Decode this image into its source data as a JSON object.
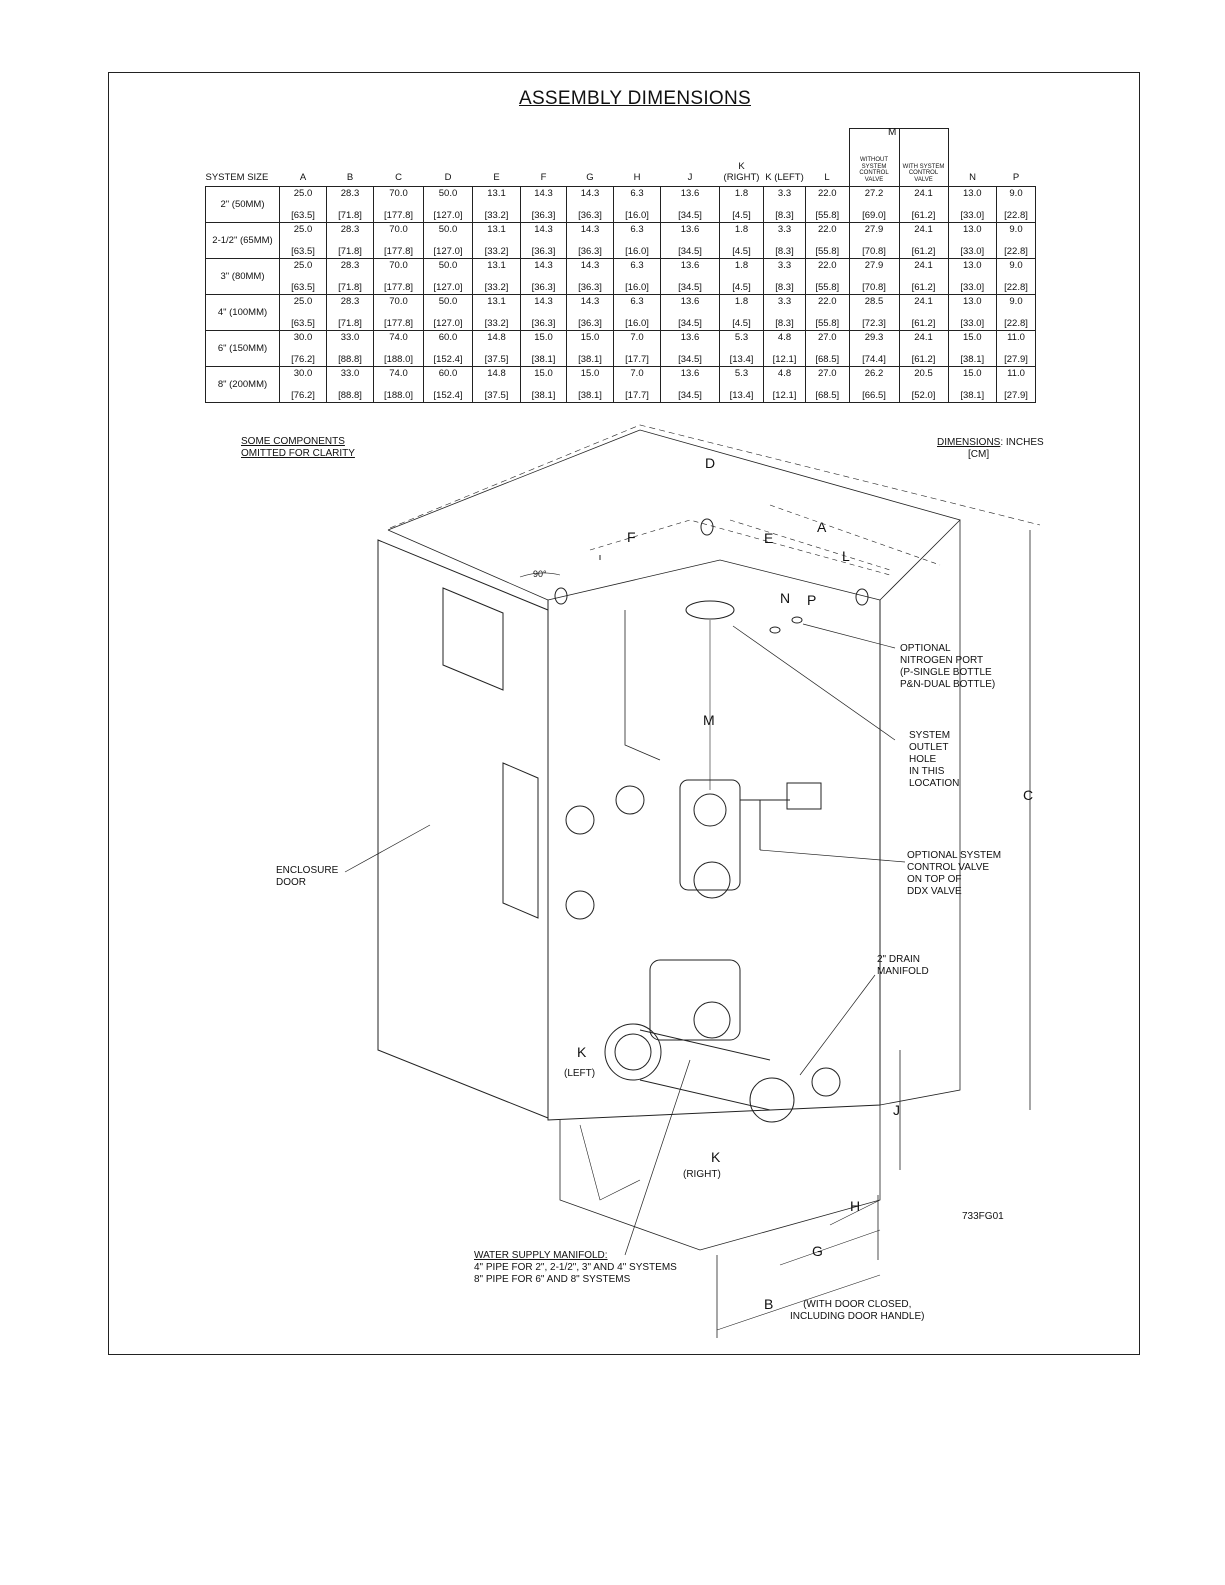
{
  "title": "ASSEMBLY DIMENSIONS",
  "table": {
    "size_header": "SYSTEM SIZE",
    "m_group": "M",
    "m_without": "WITHOUT SYSTEM CONTROL VALVE",
    "m_with": "WITH SYSTEM CONTROL VALVE",
    "columns_before_m": [
      "A",
      "B",
      "C",
      "D",
      "E",
      "F",
      "G",
      "H",
      "J",
      "K (RIGHT)",
      "K (LEFT)",
      "L"
    ],
    "columns_after_m": [
      "N",
      "P"
    ],
    "rows": [
      {
        "size": "2\" (50MM)",
        "in": [
          "25.0",
          "28.3",
          "70.0",
          "50.0",
          "13.1",
          "14.3",
          "14.3",
          "6.3",
          "13.6",
          "1.8",
          "3.3",
          "22.0",
          "27.2",
          "24.1",
          "13.0",
          "9.0"
        ],
        "cm": [
          "[63.5]",
          "[71.8]",
          "[177.8]",
          "[127.0]",
          "[33.2]",
          "[36.3]",
          "[36.3]",
          "[16.0]",
          "[34.5]",
          "[4.5]",
          "[8.3]",
          "[55.8]",
          "[69.0]",
          "[61.2]",
          "[33.0]",
          "[22.8]"
        ]
      },
      {
        "size": "2-1/2\" (65MM)",
        "in": [
          "25.0",
          "28.3",
          "70.0",
          "50.0",
          "13.1",
          "14.3",
          "14.3",
          "6.3",
          "13.6",
          "1.8",
          "3.3",
          "22.0",
          "27.9",
          "24.1",
          "13.0",
          "9.0"
        ],
        "cm": [
          "[63.5]",
          "[71.8]",
          "[177.8]",
          "[127.0]",
          "[33.2]",
          "[36.3]",
          "[36.3]",
          "[16.0]",
          "[34.5]",
          "[4.5]",
          "[8.3]",
          "[55.8]",
          "[70.8]",
          "[61.2]",
          "[33.0]",
          "[22.8]"
        ]
      },
      {
        "size": "3\" (80MM)",
        "in": [
          "25.0",
          "28.3",
          "70.0",
          "50.0",
          "13.1",
          "14.3",
          "14.3",
          "6.3",
          "13.6",
          "1.8",
          "3.3",
          "22.0",
          "27.9",
          "24.1",
          "13.0",
          "9.0"
        ],
        "cm": [
          "[63.5]",
          "[71.8]",
          "[177.8]",
          "[127.0]",
          "[33.2]",
          "[36.3]",
          "[36.3]",
          "[16.0]",
          "[34.5]",
          "[4.5]",
          "[8.3]",
          "[55.8]",
          "[70.8]",
          "[61.2]",
          "[33.0]",
          "[22.8]"
        ]
      },
      {
        "size": "4\" (100MM)",
        "in": [
          "25.0",
          "28.3",
          "70.0",
          "50.0",
          "13.1",
          "14.3",
          "14.3",
          "6.3",
          "13.6",
          "1.8",
          "3.3",
          "22.0",
          "28.5",
          "24.1",
          "13.0",
          "9.0"
        ],
        "cm": [
          "[63.5]",
          "[71.8]",
          "[177.8]",
          "[127.0]",
          "[33.2]",
          "[36.3]",
          "[36.3]",
          "[16.0]",
          "[34.5]",
          "[4.5]",
          "[8.3]",
          "[55.8]",
          "[72.3]",
          "[61.2]",
          "[33.0]",
          "[22.8]"
        ]
      },
      {
        "size": "6\" (150MM)",
        "in": [
          "30.0",
          "33.0",
          "74.0",
          "60.0",
          "14.8",
          "15.0",
          "15.0",
          "7.0",
          "13.6",
          "5.3",
          "4.8",
          "27.0",
          "29.3",
          "24.1",
          "15.0",
          "11.0"
        ],
        "cm": [
          "[76.2]",
          "[88.8]",
          "[188.0]",
          "[152.4]",
          "[37.5]",
          "[38.1]",
          "[38.1]",
          "[17.7]",
          "[34.5]",
          "[13.4]",
          "[12.1]",
          "[68.5]",
          "[74.4]",
          "[61.2]",
          "[38.1]",
          "[27.9]"
        ]
      },
      {
        "size": "8\" (200MM)",
        "in": [
          "30.0",
          "33.0",
          "74.0",
          "60.0",
          "14.8",
          "15.0",
          "15.0",
          "7.0",
          "13.6",
          "5.3",
          "4.8",
          "27.0",
          "26.2",
          "20.5",
          "15.0",
          "11.0"
        ],
        "cm": [
          "[76.2]",
          "[88.8]",
          "[188.0]",
          "[152.4]",
          "[37.5]",
          "[38.1]",
          "[38.1]",
          "[17.7]",
          "[34.5]",
          "[13.4]",
          "[12.1]",
          "[68.5]",
          "[66.5]",
          "[52.0]",
          "[38.1]",
          "[27.9]"
        ]
      }
    ]
  },
  "notes": {
    "omitted_1": "SOME COMPONENTS",
    "omitted_2": "OMITTED FOR CLARITY",
    "dims_1": "DIMENSIONS",
    "dims_1b": ": INCHES",
    "dims_2": "[CM]"
  },
  "callouts": {
    "nitrogen": [
      "OPTIONAL",
      "NITROGEN PORT",
      "(P-SINGLE BOTTLE",
      "P&N-DUAL BOTTLE)"
    ],
    "outlet": [
      "SYSTEM",
      "OUTLET",
      "HOLE",
      "IN THIS",
      "LOCATION"
    ],
    "control_valve": [
      "OPTIONAL SYSTEM",
      "CONTROL VALVE",
      "ON TOP OF",
      "DDX VALVE"
    ],
    "drain": [
      "2\" DRAIN",
      "MANIFOLD"
    ],
    "door": [
      "ENCLOSURE",
      "DOOR"
    ],
    "water_supply_title": "WATER SUPPLY MANIFOLD:",
    "water_supply_lines": [
      "4\" PIPE FOR 2\", 2-1/2\", 3\" AND 4\" SYSTEMS",
      "8\" PIPE FOR 6\" AND 8\" SYSTEMS"
    ],
    "door_closed": [
      "(WITH DOOR CLOSED,",
      "INCLUDING DOOR HANDLE)"
    ],
    "figure_id": "733FG01",
    "angle": "90°"
  },
  "dim_letters": {
    "D": "D",
    "A": "A",
    "E": "E",
    "F": "F",
    "L": "L",
    "N": "N",
    "P": "P",
    "M": "M",
    "C": "C",
    "K_left": "K",
    "K_left_sub": "(LEFT)",
    "K_right": "K",
    "K_right_sub": "(RIGHT)",
    "J": "J",
    "H": "H",
    "G": "G",
    "B": "B"
  }
}
